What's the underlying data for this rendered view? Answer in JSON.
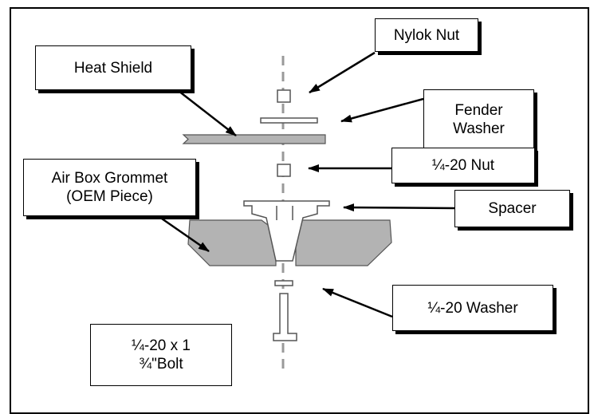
{
  "labels": {
    "nylok_nut": "Nylok Nut",
    "heat_shield": "Heat Shield",
    "fender_washer": "Fender\nWasher",
    "nut": "¼-20 Nut",
    "air_box_grommet": "Air Box Grommet\n(OEM Piece)",
    "spacer": "Spacer",
    "washer": "¼-20 Washer",
    "bolt": "¼-20 x 1\n¾\"Bolt"
  },
  "colors": {
    "part_fill": "#b3b3b3",
    "part_stroke": "#555555",
    "centerline": "#999999",
    "border": "#000000"
  }
}
